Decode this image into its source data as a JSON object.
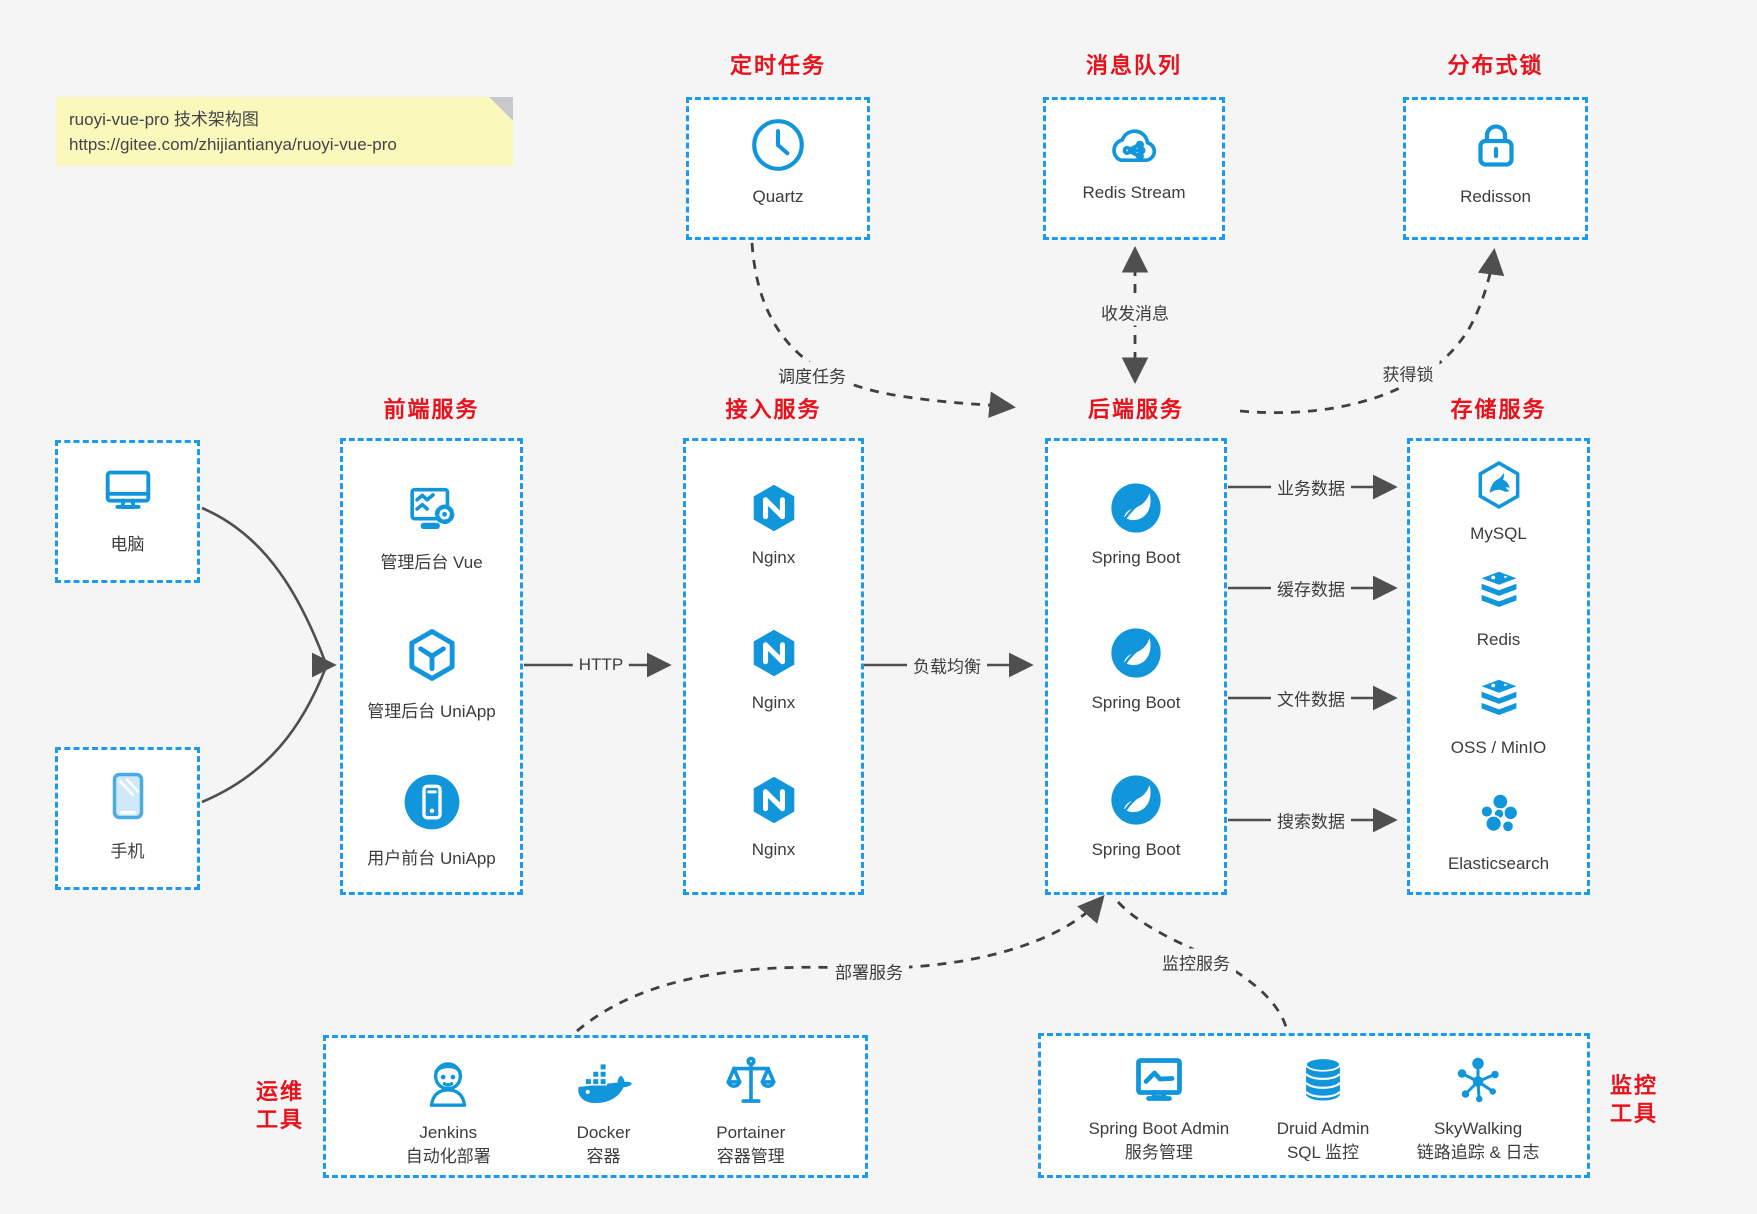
{
  "note": {
    "line1": "ruoyi-vue-pro 技术架构图",
    "line2": "https://gitee.com/zhijiantianya/ruoyi-vue-pro"
  },
  "titles": {
    "scheduler": "定时任务",
    "mq": "消息队列",
    "lock": "分布式锁",
    "frontend": "前端服务",
    "gateway": "接入服务",
    "backend": "后端服务",
    "storage": "存储服务"
  },
  "side_labels": {
    "ops": {
      "line1": "运维",
      "line2": "工具"
    },
    "monitor": {
      "line1": "监控",
      "line2": "工具"
    }
  },
  "nodes": {
    "quartz": "Quartz",
    "redis_stream": "Redis Stream",
    "redisson": "Redisson",
    "desktop": "电脑",
    "phone": "手机",
    "frontend": [
      "管理后台 Vue",
      "管理后台 UniApp",
      "用户前台 UniApp"
    ],
    "gateway": [
      "Nginx",
      "Nginx",
      "Nginx"
    ],
    "backend": [
      "Spring Boot",
      "Spring Boot",
      "Spring Boot"
    ],
    "storage": [
      "MySQL",
      "Redis",
      "OSS / MinIO",
      "Elasticsearch"
    ],
    "ops": [
      {
        "name": "Jenkins",
        "desc": "自动化部署"
      },
      {
        "name": "Docker",
        "desc": "容器"
      },
      {
        "name": "Portainer",
        "desc": "容器管理"
      }
    ],
    "monitor": [
      {
        "name": "Spring Boot Admin",
        "desc": "服务管理"
      },
      {
        "name": "Druid Admin",
        "desc": "SQL 监控"
      },
      {
        "name": "SkyWalking",
        "desc": "链路追踪 & 日志"
      }
    ]
  },
  "edges": {
    "http": "HTTP",
    "load_balance": "负载均衡",
    "business_data": "业务数据",
    "cache_data": "缓存数据",
    "file_data": "文件数据",
    "search_data": "搜索数据",
    "schedule": "调度任务",
    "message": "收发消息",
    "acquire_lock": "获得锁",
    "deploy": "部署服务",
    "monitor": "监控服务"
  },
  "colors": {
    "border_blue": "#1b9aef",
    "icon_blue": "#1296db",
    "title_red": "#e8121c",
    "arrow_gray": "#4f4f4f",
    "note_yellow": "#fbf8bb",
    "background": "#f5f5f6",
    "box_fill": "#ffffff"
  }
}
